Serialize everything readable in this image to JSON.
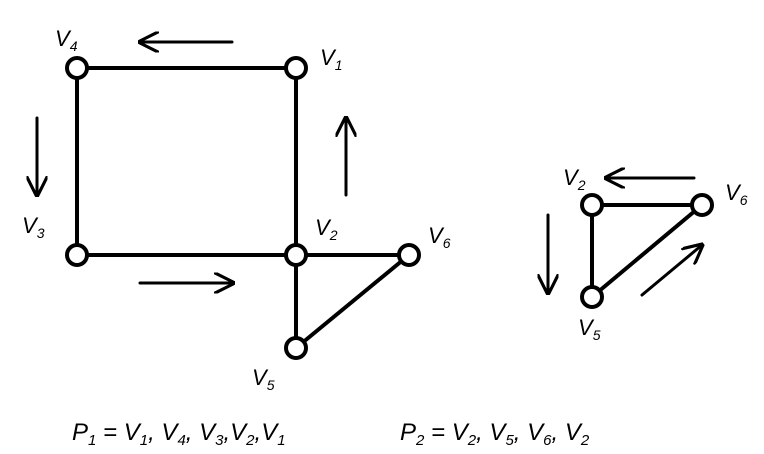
{
  "diagram": {
    "left_graph": {
      "vertices": [
        {
          "id": "V1",
          "base": "V",
          "sub": "1"
        },
        {
          "id": "V4",
          "base": "V",
          "sub": "4"
        },
        {
          "id": "V3",
          "base": "V",
          "sub": "3"
        },
        {
          "id": "V2",
          "base": "V",
          "sub": "2"
        },
        {
          "id": "V6",
          "base": "V",
          "sub": "6"
        },
        {
          "id": "V5",
          "base": "V",
          "sub": "5"
        }
      ],
      "edges": [
        [
          "V4",
          "V1"
        ],
        [
          "V4",
          "V3"
        ],
        [
          "V1",
          "V2"
        ],
        [
          "V3",
          "V2"
        ],
        [
          "V2",
          "V6"
        ],
        [
          "V2",
          "V5"
        ],
        [
          "V5",
          "V6"
        ]
      ],
      "arrows": [
        "left",
        "down",
        "right",
        "up"
      ]
    },
    "right_graph": {
      "vertices": [
        {
          "id": "V2",
          "base": "V",
          "sub": "2"
        },
        {
          "id": "V6",
          "base": "V",
          "sub": "6"
        },
        {
          "id": "V5",
          "base": "V",
          "sub": "5"
        }
      ],
      "edges": [
        [
          "V2",
          "V6"
        ],
        [
          "V2",
          "V5"
        ],
        [
          "V5",
          "V6"
        ]
      ],
      "arrows": [
        "left",
        "down",
        "up-right"
      ]
    },
    "formulas": {
      "p1": {
        "base": "P",
        "sub": "1",
        "rhs": [
          {
            "base": "V",
            "sub": "1",
            "sep": ", "
          },
          {
            "base": "V",
            "sub": "4",
            "sep": ", "
          },
          {
            "base": "V",
            "sub": "3",
            "sep": ","
          },
          {
            "base": "V",
            "sub": "2",
            "sep": ","
          },
          {
            "base": "V",
            "sub": "1",
            "sep": ""
          }
        ]
      },
      "p2": {
        "base": "P",
        "sub": "2",
        "rhs": [
          {
            "base": "V",
            "sub": "2",
            "sep": ", "
          },
          {
            "base": "V",
            "sub": "5",
            "sep": ", "
          },
          {
            "base": "V",
            "sub": "6",
            "sep": ", "
          },
          {
            "base": "V",
            "sub": "2",
            "sep": ""
          }
        ]
      },
      "equals": "="
    }
  }
}
